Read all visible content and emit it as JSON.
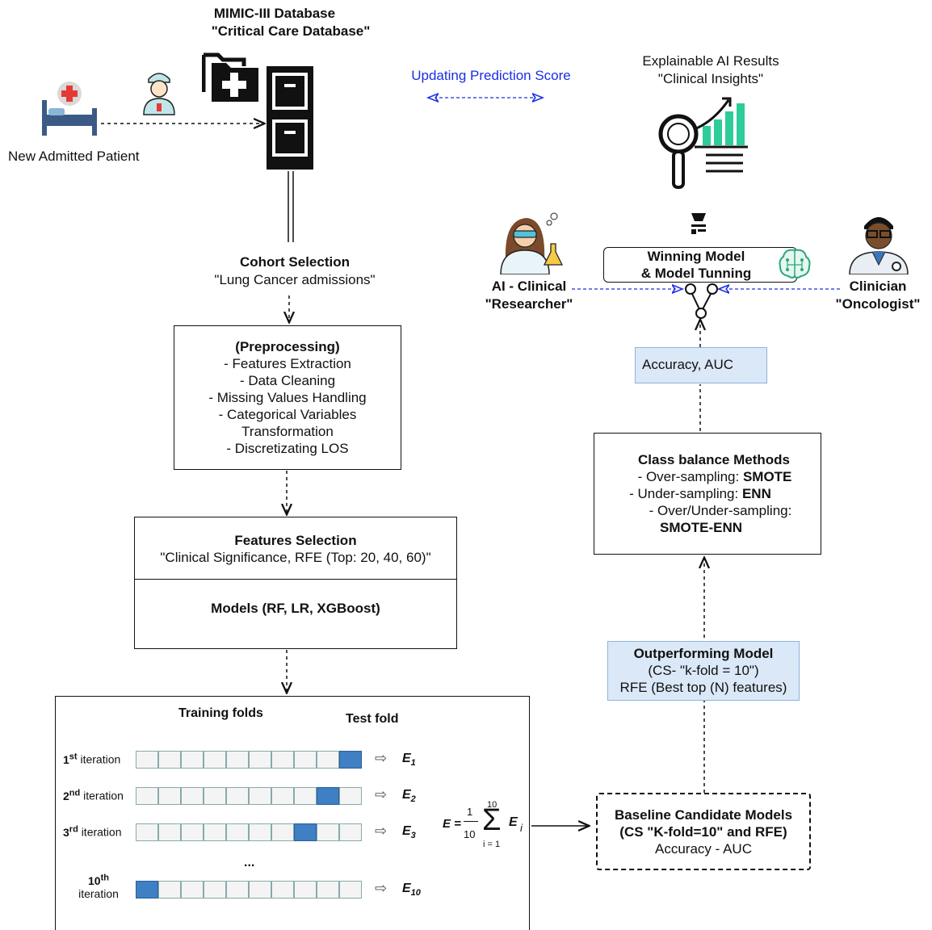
{
  "top": {
    "db_title": "MIMIC-III Database",
    "db_subtitle": "\"Critical Care Database\"",
    "patient_label": "New Admitted Patient",
    "updating_label": "Updating Prediction Score",
    "xai_title": "Explainable AI Results",
    "xai_subtitle": "\"Clinical Insights\""
  },
  "cohort": {
    "title": "Cohort Selection",
    "subtitle": "\"Lung Cancer admissions\""
  },
  "preprocessing": {
    "title": "(Preprocessing)",
    "items": [
      "- Features Extraction",
      "- Data Cleaning",
      "- Missing Values Handling",
      "- Categorical Variables",
      "Transformation",
      "- Discretizating LOS"
    ]
  },
  "features": {
    "title": "Features Selection",
    "subtitle": "\"Clinical Significance, RFE (Top: 20, 40, 60)\"",
    "models": "Models (RF, LR, XGBoost)"
  },
  "cv": {
    "training_label": "Training folds",
    "test_label": "Test fold",
    "iterations": [
      {
        "ord": "1",
        "sup": "st",
        "word": "iteration",
        "test_index": 9,
        "e_sub": "1"
      },
      {
        "ord": "2",
        "sup": "nd",
        "word": "iteration",
        "test_index": 8,
        "e_sub": "2"
      },
      {
        "ord": "3",
        "sup": "rd",
        "word": "iteration",
        "test_index": 7,
        "e_sub": "3"
      },
      {
        "ord": "10",
        "sup": "th",
        "word": "iteration",
        "test_index": 0,
        "e_sub": "10"
      }
    ],
    "ellipsis": "...",
    "e_letter": "E",
    "formula": {
      "lhs": "E =",
      "num": "1",
      "den": "10",
      "upper": "10",
      "lower": "i = 1",
      "term": "E",
      "term_sub": "i"
    }
  },
  "baseline": {
    "title": "Baseline Candidate Models",
    "subtitle": "(CS \"K-fold=10\" and RFE)",
    "metric": "Accuracy - AUC"
  },
  "outperforming": {
    "title": "Outperforming Model",
    "line1": "(CS- \"k-fold = 10\")",
    "line2": "RFE (Best top (N) features)"
  },
  "class_balance": {
    "title": "Class balance Methods",
    "lines": [
      {
        "prefix": "- Over-sampling: ",
        "bold": "SMOTE"
      },
      {
        "prefix": "- Under-sampling: ",
        "bold": "ENN"
      },
      {
        "prefix": "- Over/Under-sampling:",
        "bold": ""
      },
      {
        "prefix": "",
        "bold": "SMOTE-ENN"
      }
    ]
  },
  "accuracy_box": "Accuracy, AUC",
  "winning": {
    "line1": "Winning Model",
    "line2": "& Model Tunning"
  },
  "researcher": {
    "line1": "AI - Clinical",
    "line2": "\"Researcher\""
  },
  "clinician": {
    "line1": "Clinician",
    "line2": "\"Oncologist\""
  },
  "colors": {
    "accent_blue": "#1a2ee8",
    "fold_highlight": "#3f7fc3",
    "box_blue": "#dbe8f7"
  }
}
